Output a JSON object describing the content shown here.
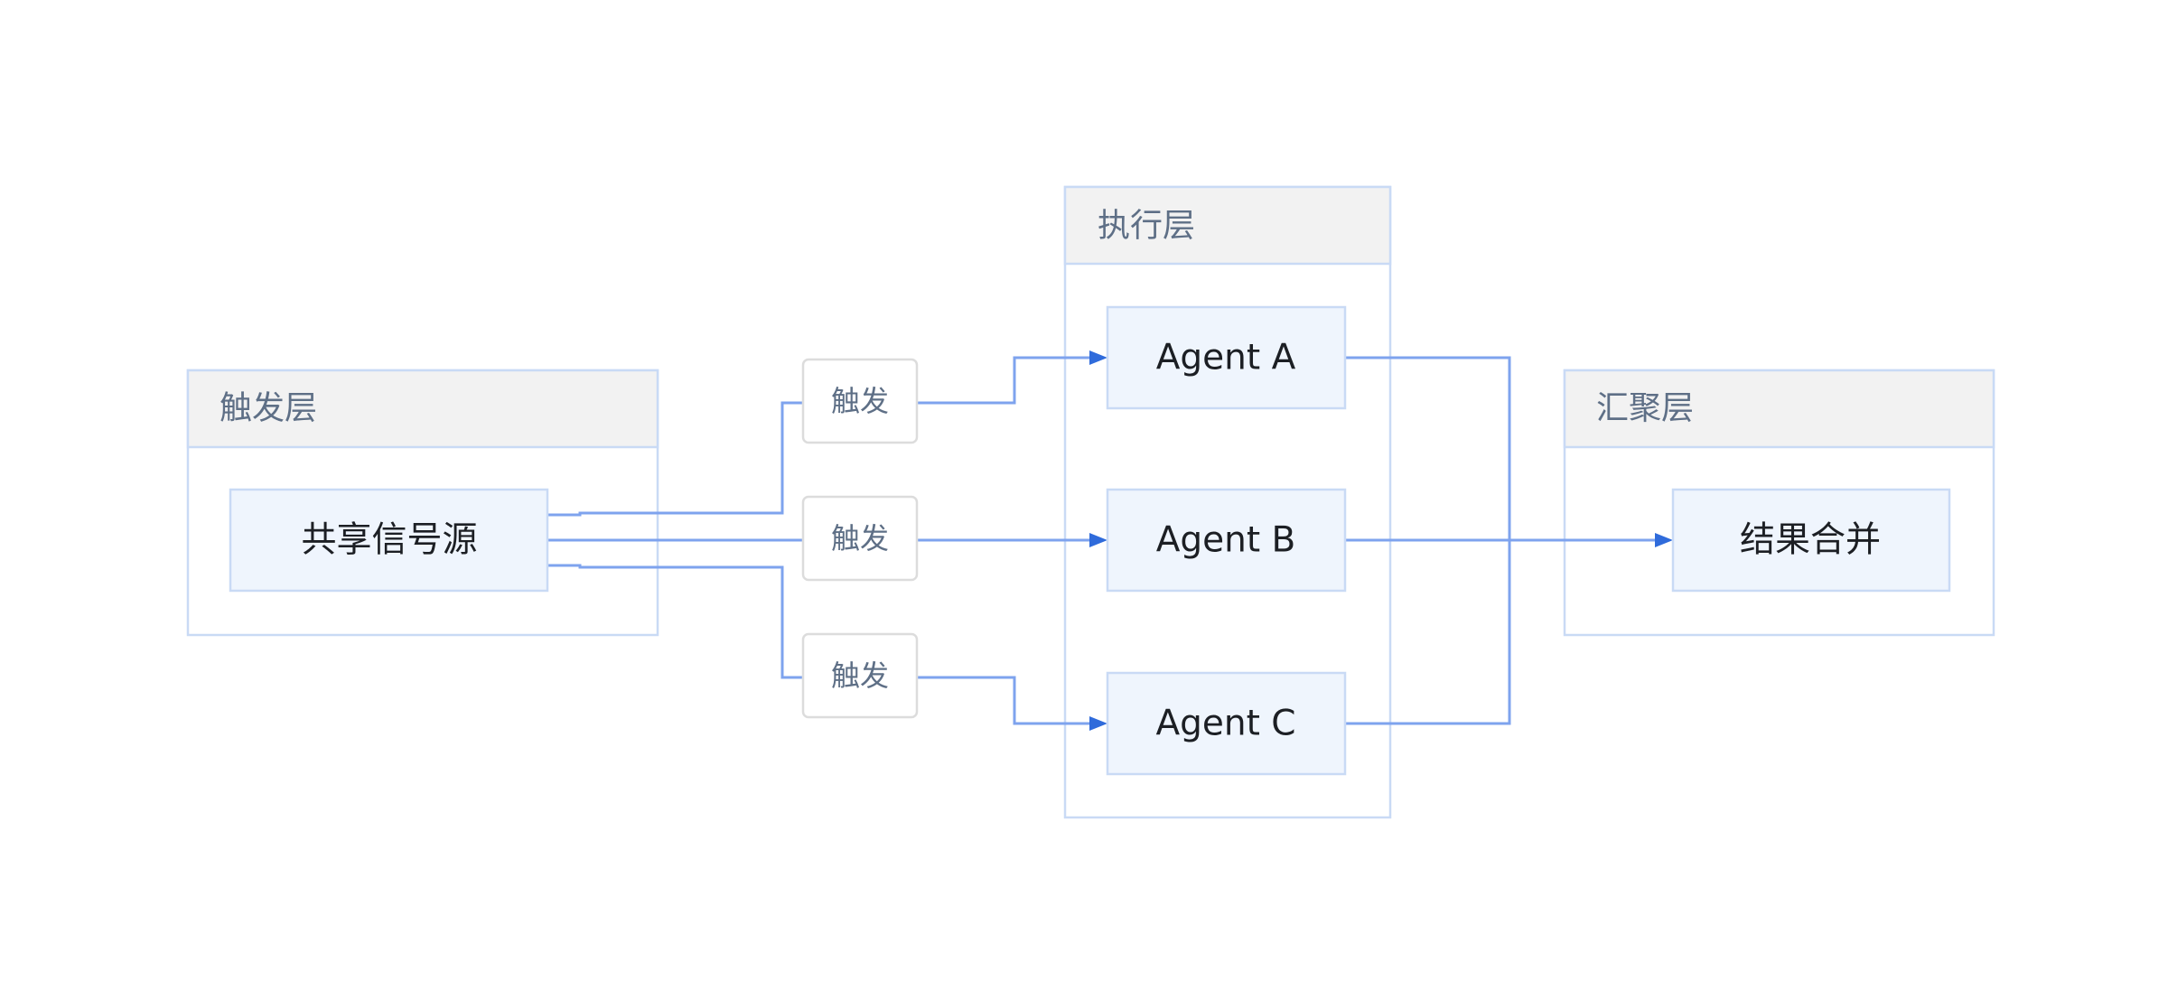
{
  "groups": {
    "trigger": {
      "title": "触发层"
    },
    "execution": {
      "title": "执行层"
    },
    "merge": {
      "title": "汇聚层"
    }
  },
  "nodes": {
    "source": {
      "label": "共享信号源"
    },
    "agent_a": {
      "label": "Agent A"
    },
    "agent_b": {
      "label": "Agent B"
    },
    "agent_c": {
      "label": "Agent C"
    },
    "result": {
      "label": "结果合并"
    }
  },
  "edge_labels": [
    "触发",
    "触发",
    "触发"
  ],
  "colors": {
    "edge": "#7ea3ee",
    "arrowhead": "#2f6bdb",
    "group_border": "#c9daf5",
    "group_header": "#f2f2f2",
    "node_fill": "#eff5fd"
  }
}
